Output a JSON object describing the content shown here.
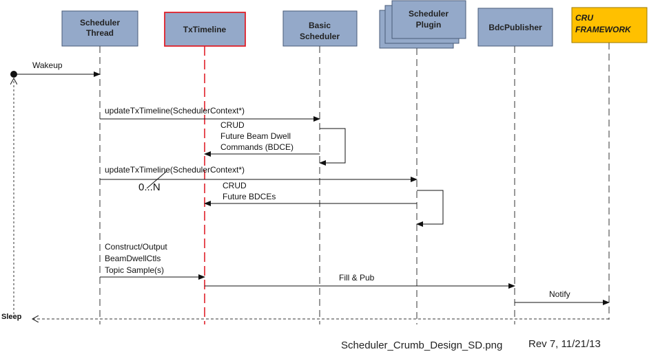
{
  "colors": {
    "box_fill": "#94a9c9",
    "box_stroke": "#475a78",
    "txtimeline_border": "#e0202a",
    "cru_fill": "#ffc000"
  },
  "participants": {
    "scheduler_thread": [
      "Scheduler",
      "Thread"
    ],
    "txtimeline": [
      "TxTimeline"
    ],
    "basic_scheduler": [
      "Basic",
      "Scheduler"
    ],
    "scheduler_plugin": [
      "Scheduler",
      "Plugin"
    ],
    "bdc_publisher": [
      "BdcPublisher"
    ],
    "cru_framework": [
      "CRU",
      "FRAMEWORK"
    ]
  },
  "messages": {
    "wakeup": [
      "Wakeup"
    ],
    "update1": [
      "updateTxTimeline(SchedulerContext*)"
    ],
    "crud1": [
      "CRUD",
      "Future Beam Dwell",
      "Commands (BDCE)"
    ],
    "update2": [
      "updateTxTimeline(SchedulerContext*)"
    ],
    "multiplicity": [
      "0...N"
    ],
    "crud2": [
      "CRUD",
      "Future BDCEs"
    ],
    "construct": [
      "Construct/Output",
      "BeamDwellCtls",
      "Topic Sample(s)"
    ],
    "fill_pub": [
      "Fill & Pub"
    ],
    "notify": [
      "Notify"
    ],
    "sleep": [
      "Sleep"
    ]
  },
  "footer": {
    "filename": "Scheduler_Crumb_Design_SD.png",
    "revision": "Rev 7, 11/21/13"
  }
}
